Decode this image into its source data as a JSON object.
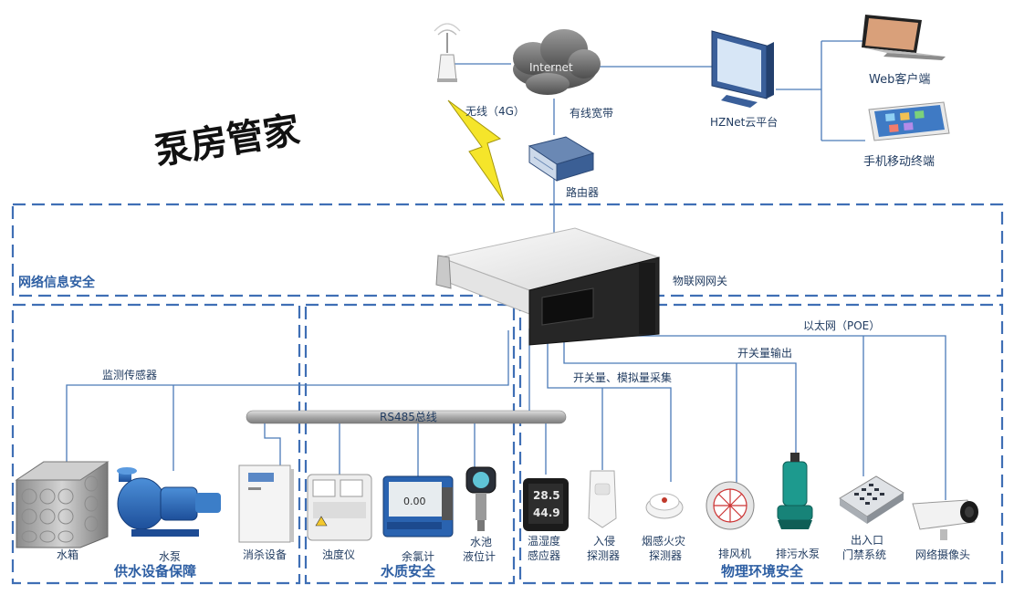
{
  "title": "泵房管家",
  "network": {
    "internet": "Internet",
    "wireless": "无线（4G）",
    "broadband": "有线宽带",
    "router": "路由器",
    "cloud_platform": "HZNet云平台",
    "web_client": "Web客户端",
    "mobile_client": "手机移动终端",
    "gateway": "物联网网关"
  },
  "links": {
    "monitor_sensor": "监测传感器",
    "rs485": "RS485总线",
    "switch_analog": "开关量、模拟量采集",
    "switch_output": "开关量输出",
    "ethernet": "以太网（POE）"
  },
  "sections": {
    "info_security": "网络信息安全",
    "water_supply": "供水设备保障",
    "water_quality": "水质安全",
    "physical_env": "物理环境安全"
  },
  "devices": {
    "water_tank": "水箱",
    "water_pump": "水泵",
    "disinfect": "消杀设备",
    "turbidity": "浊度仪",
    "chlorine": "余氯计",
    "pool_level_1": "水池",
    "pool_level_2": "液位计",
    "temp_humid_1": "温湿度",
    "temp_humid_2": "感应器",
    "intrusion_1": "入侵",
    "intrusion_2": "探测器",
    "smoke_1": "烟感火灾",
    "smoke_2": "探测器",
    "exhaust_fan": "排风机",
    "sewage_pump": "排污水泵",
    "access_1": "出入口",
    "access_2": "门禁系统",
    "camera": "网络摄像头"
  },
  "readouts": {
    "temp": "28.5",
    "humid": "44.9",
    "chlorine_val": "0.00"
  }
}
